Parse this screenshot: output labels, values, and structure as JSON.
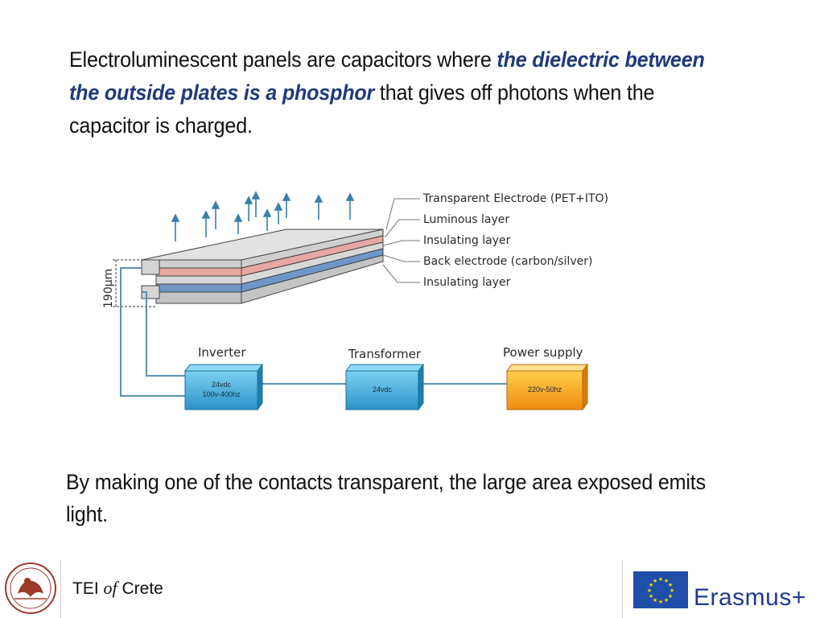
{
  "intro": {
    "part1": "Electroluminescent panels are capacitors where ",
    "emphasis": "the dielectric between the outside plates is a phosphor",
    "part2": "  that gives off photons when the capacitor is charged."
  },
  "diagram": {
    "layers": [
      "Transparent Electrode (PET+ITO)",
      "Luminous layer",
      "Insulating layer",
      "Back electrode (carbon/silver)",
      "Insulating layer"
    ],
    "thickness_label": "190µm",
    "boxes": {
      "inverter": {
        "title": "Inverter",
        "line1": "24vdc",
        "line2": "100v-400hz"
      },
      "transformer": {
        "title": "Transformer",
        "line1": "24vdc"
      },
      "power_supply": {
        "title": "Power supply",
        "line1": "220v-50hz"
      }
    },
    "colors": {
      "box_blue": "#3fa9d8",
      "box_orange": "#f5a623",
      "wire": "#5a8fb0",
      "layer_pink": "#e7a7a3",
      "layer_blue": "#6f97c8"
    }
  },
  "conclusion": "By making one of the contacts transparent, the large area exposed emits light.",
  "footer": {
    "tei_prefix": "TEI ",
    "tei_of": "of",
    "tei_suffix": " Crete",
    "erasmus": "Erasmus+",
    "icons": [
      "tei-crete-seal-icon",
      "eu-flag-icon"
    ]
  }
}
